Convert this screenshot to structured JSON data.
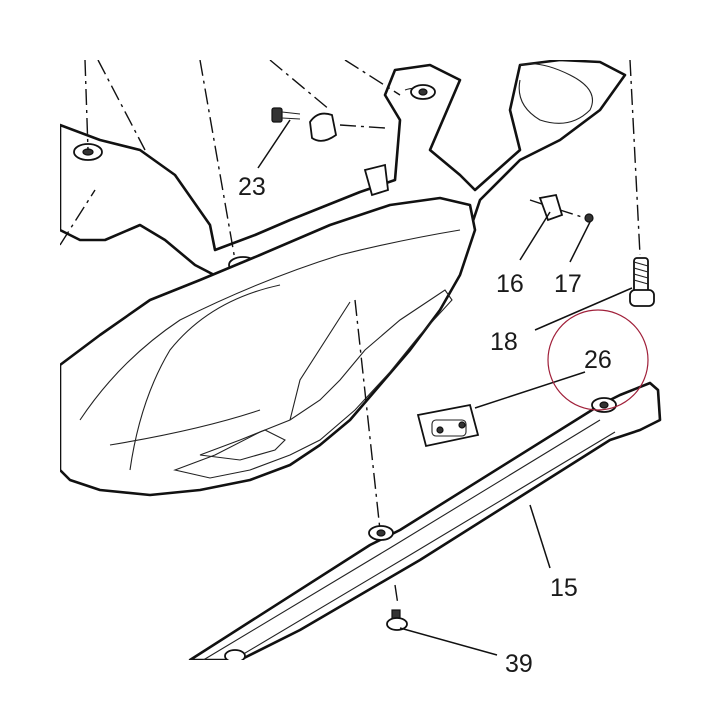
{
  "diagram": {
    "callouts": [
      {
        "id": "23",
        "text": "23"
      },
      {
        "id": "16",
        "text": "16"
      },
      {
        "id": "17",
        "text": "17"
      },
      {
        "id": "18",
        "text": "18"
      },
      {
        "id": "26",
        "text": "26"
      },
      {
        "id": "15",
        "text": "15"
      },
      {
        "id": "39",
        "text": "39"
      }
    ],
    "highlight_color": "#a0203a",
    "line_color": "#111111",
    "background": "#ffffff"
  }
}
